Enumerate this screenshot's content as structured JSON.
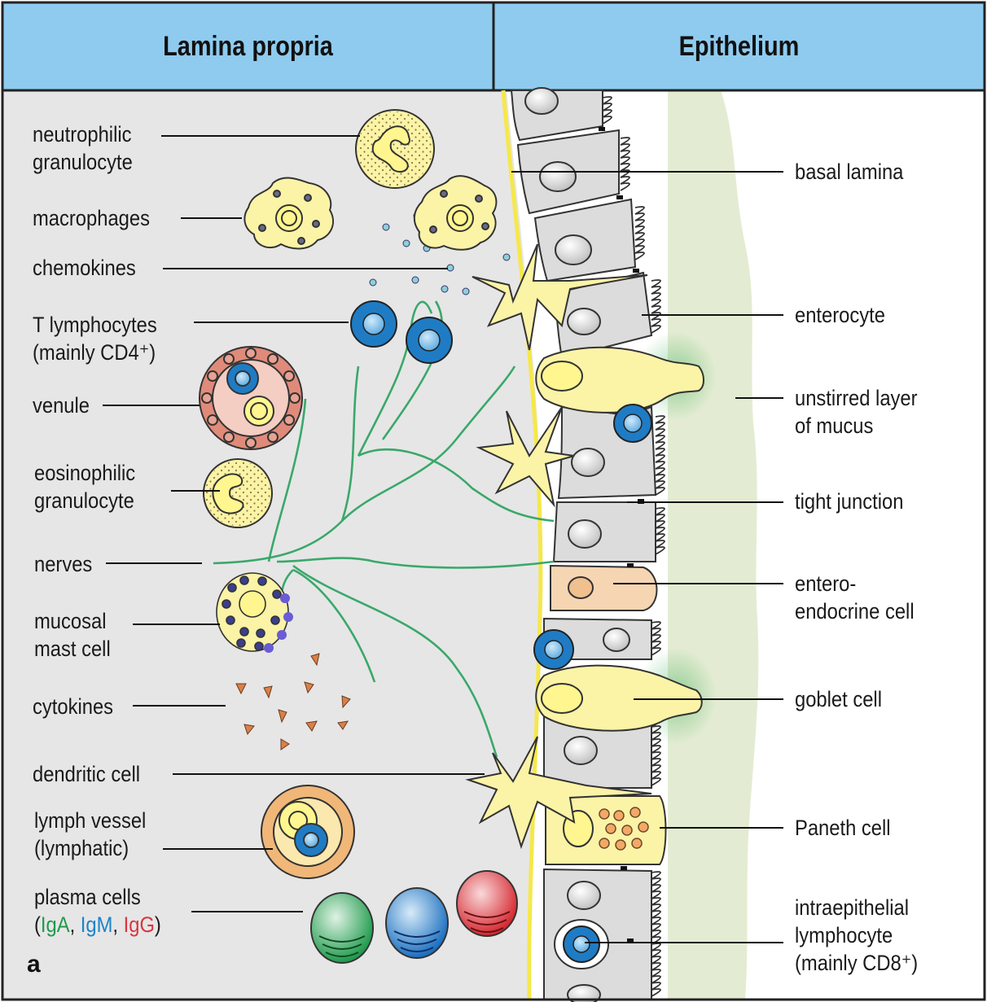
{
  "headers": {
    "left": "Lamina propria",
    "right": "Epithelium"
  },
  "left_labels": {
    "neutrophil": [
      "neutrophilic",
      "granulocyte"
    ],
    "macrophages": "macrophages",
    "chemokines": "chemokines",
    "t_lymphocytes": [
      "T lymphocytes",
      "(mainly CD4⁺)"
    ],
    "venule": "venule",
    "eosinophil": [
      "eosinophilic",
      "granulocyte"
    ],
    "nerves": "nerves",
    "mast_cell": [
      "mucosal",
      "mast cell"
    ],
    "cytokines": "cytokines",
    "dendritic_cell": "dendritic cell",
    "lymph_vessel": [
      "lymph vessel",
      "(lymphatic)"
    ],
    "plasma_cells": "plasma cells",
    "plasma_iga": "IgA",
    "plasma_igm": "IgM",
    "plasma_igg": "IgG",
    "plasma_open": "(",
    "plasma_sep1": ", ",
    "plasma_sep2": ", ",
    "plasma_close": ")"
  },
  "right_labels": {
    "basal_lamina": "basal lamina",
    "enterocyte": "enterocyte",
    "mucus": [
      "unstirred layer",
      "of mucus"
    ],
    "tight_junction": "tight junction",
    "enteroendocrine": [
      "entero-",
      "endocrine cell"
    ],
    "goblet": "goblet cell",
    "paneth": "Paneth cell",
    "iel": [
      "intraepithelial",
      "lymphocyte",
      "(mainly CD8⁺)"
    ]
  },
  "panel_letter": "a",
  "colors": {
    "header_bg": "#8ecbef",
    "lamina_bg": "#e6e6e6",
    "mucus_green": "#e3ecd2",
    "epithelial_cell": "#dcdcdc",
    "yellow_cell": "#fbf3a6",
    "t_cell_blue": "#1f7cc4",
    "nerve_green": "#3aa86a",
    "basal_lamina_yellow": "#f5e84a",
    "venule_red": "#e08a7a",
    "lymph_orange": "#f0b778",
    "cytokine_orange": "#d9804a",
    "enteroendocrine": "#f6d5b3",
    "chemokine": "#8fcfd8"
  }
}
